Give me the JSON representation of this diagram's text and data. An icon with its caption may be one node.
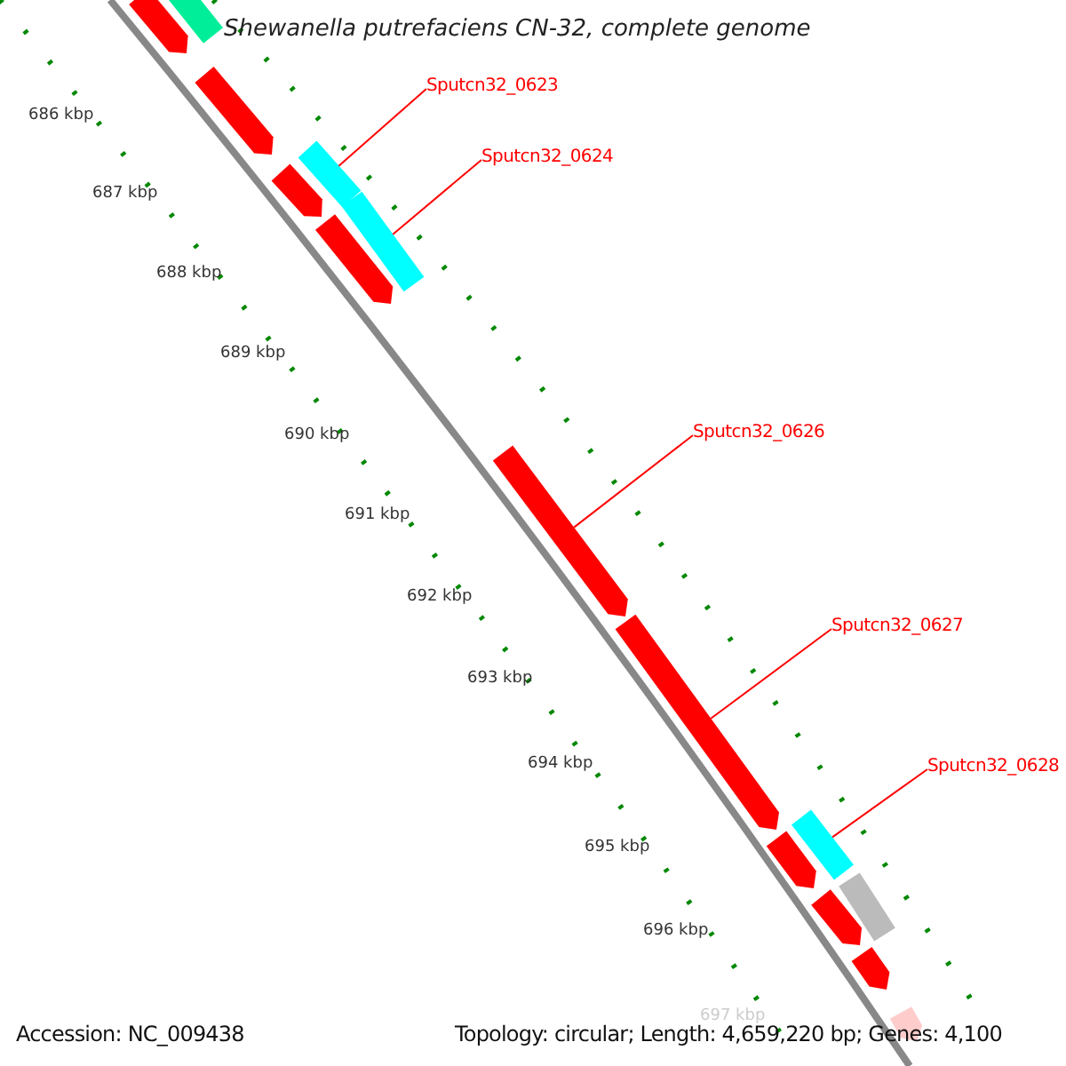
{
  "diagram": {
    "title": "Shewanella putrefaciens CN-32, complete genome",
    "nodes": [
      {
        "text": [
          "Sputcn32_0623"
        ]
      },
      {
        "text": [
          "Sputcn32_0624"
        ]
      },
      {
        "text": [
          "Sputcn32_0626"
        ]
      },
      {
        "text": [
          "Sputcn32_0627"
        ]
      },
      {
        "text": [
          "Sputcn32_0628"
        ]
      },
      {
        "text": [],
        "shape": "bar"
      },
      {
        "text": [],
        "shape": "bar"
      },
      {
        "text": [],
        "shape": "bar"
      },
      {
        "text": [],
        "shape": "bar"
      },
      {
        "text": [],
        "shape": "bar"
      }
    ],
    "edges": [
      {
        "from": 0,
        "to": 5,
        "arrow": "none"
      },
      {
        "from": 1,
        "to": 6,
        "arrow": "none"
      },
      {
        "from": 2,
        "to": 7,
        "arrow": "none"
      },
      {
        "from": 3,
        "to": 8,
        "arrow": "none"
      },
      {
        "from": 4,
        "to": 9,
        "arrow": "none"
      }
    ],
    "labels": [
      "686 kbp",
      "687 kbp",
      "688 kbp",
      "689 kbp",
      "690 kbp",
      "691 kbp",
      "692 kbp",
      "693 kbp",
      "694 kbp",
      "695 kbp",
      "696 kbp",
      "697 kbp",
      "Accession: NC_009438",
      "Topology: circular; Length: 4,659,220 bp; Genes: 4,100"
    ]
  }
}
